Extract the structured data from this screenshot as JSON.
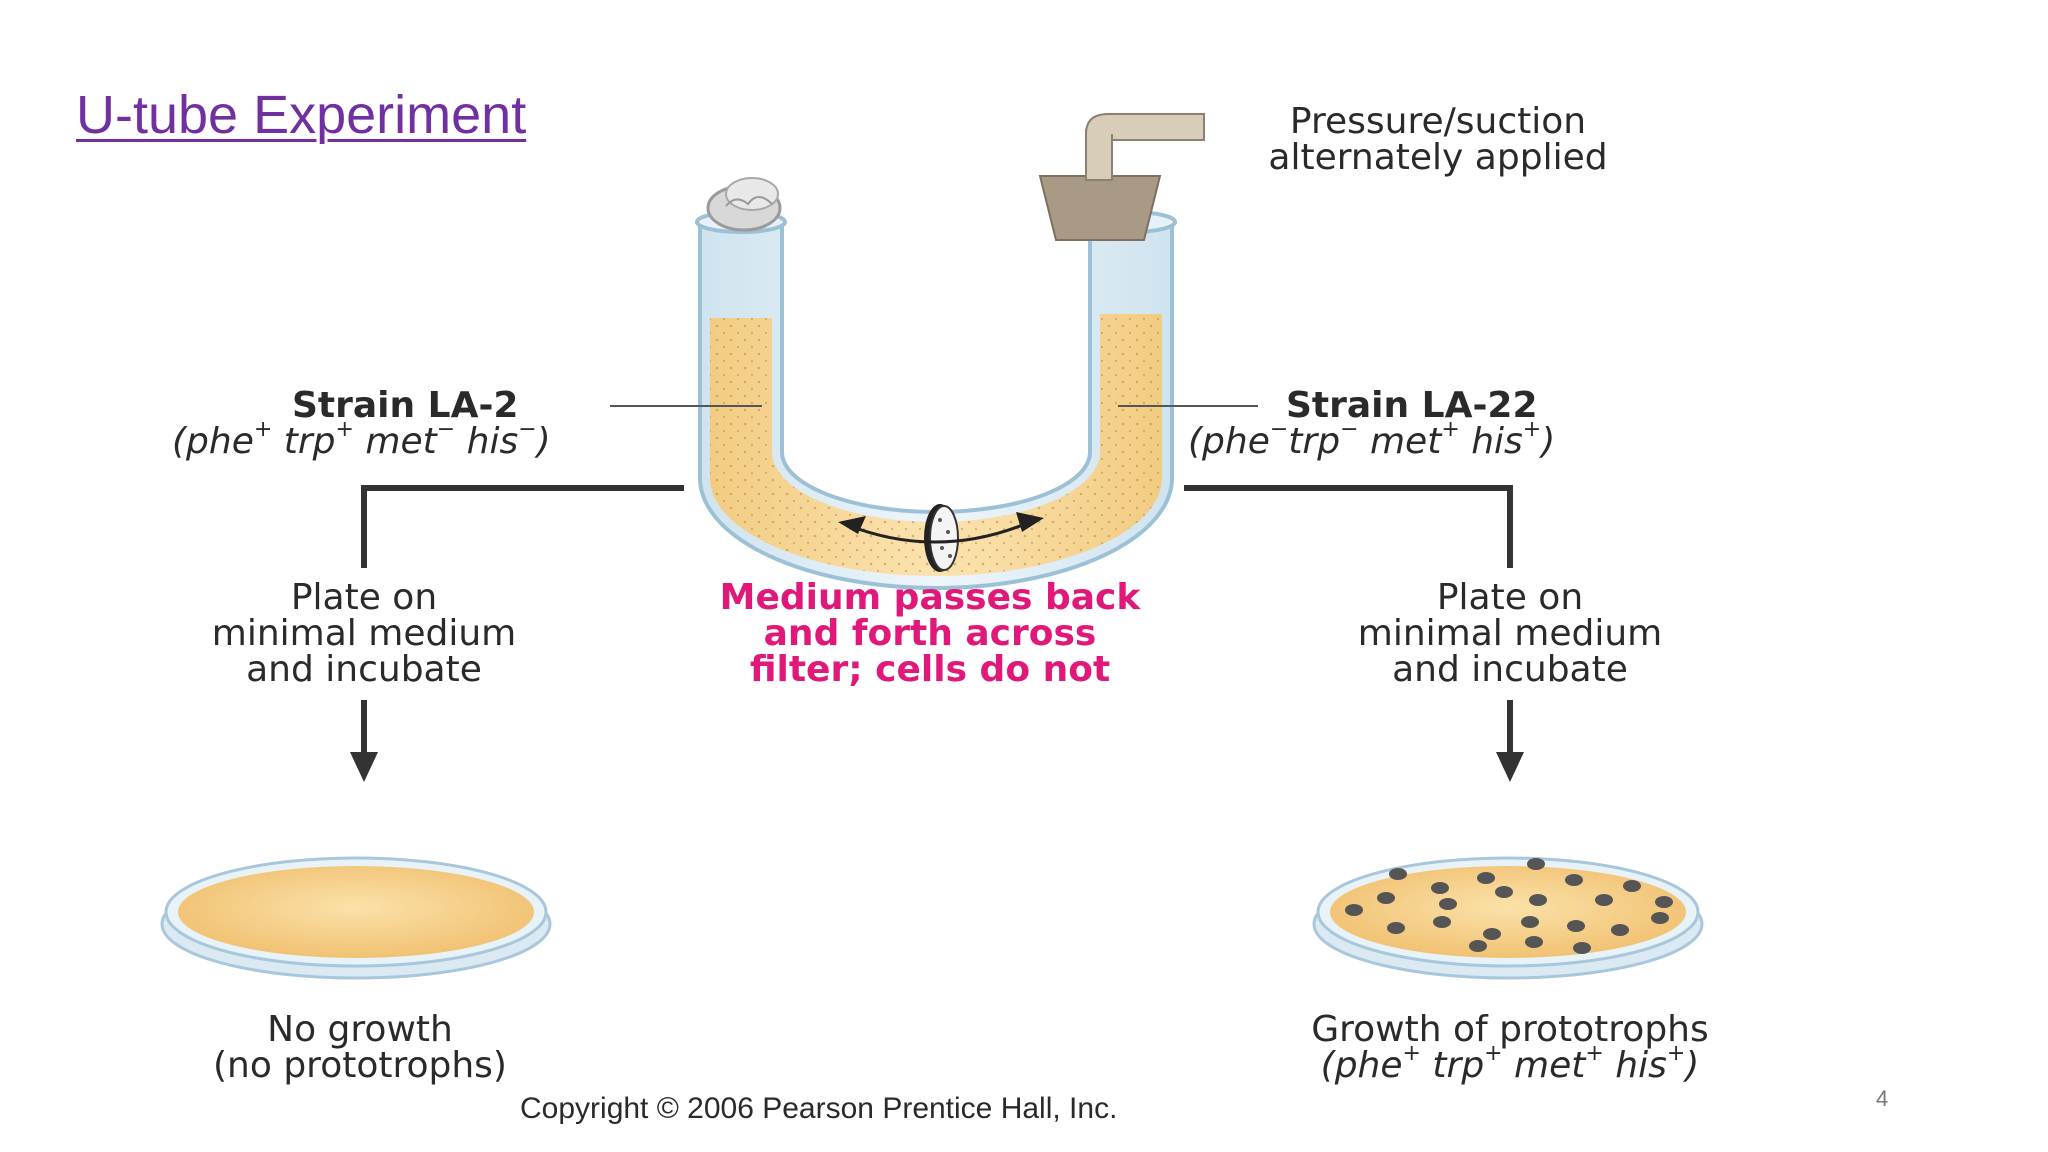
{
  "slide": {
    "title": "U-tube Experiment",
    "page_number": "4"
  },
  "diagram": {
    "pressure_label_line1": "Pressure/suction",
    "pressure_label_line2": "alternately applied",
    "left_strain": {
      "name": "Strain LA-2",
      "genotype": [
        "phe",
        "+",
        " trp",
        "+",
        " met",
        "−",
        " his",
        "−"
      ]
    },
    "right_strain": {
      "name": "Strain LA-22",
      "genotype": [
        "phe",
        "−",
        "trp",
        "−",
        " met",
        "+",
        " his",
        "+"
      ]
    },
    "medium_note": [
      "Medium passes back",
      "and forth across",
      "filter; cells do not"
    ],
    "left_plate_instruction": [
      "Plate on",
      "minimal medium",
      "and incubate"
    ],
    "right_plate_instruction": [
      "Plate on",
      "minimal medium",
      "and incubate"
    ],
    "left_result": [
      "No growth",
      "(no prototrophs)"
    ],
    "right_result": {
      "line1": "Growth of prototrophs",
      "genotype": [
        "phe",
        "+",
        " trp",
        "+",
        " met",
        "+",
        " his",
        "+"
      ]
    },
    "copyright": "Copyright © 2006 Pearson Prentice Hall, Inc."
  }
}
